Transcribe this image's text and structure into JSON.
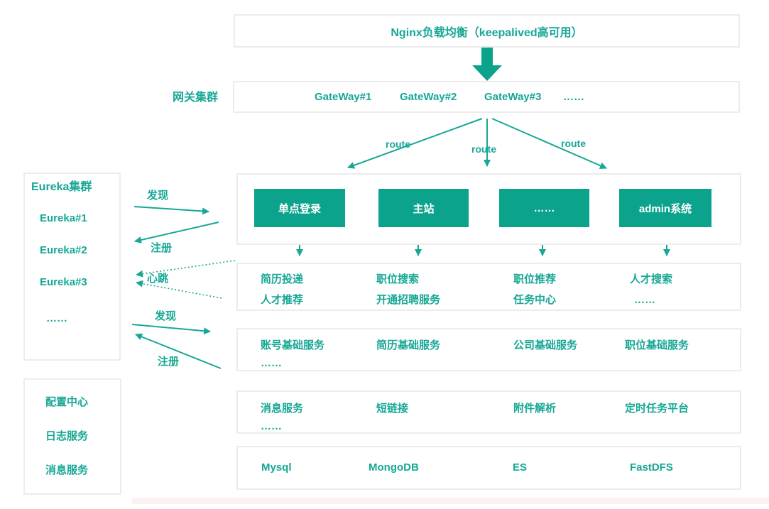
{
  "colors": {
    "accent_teal": "#16a795",
    "solid_box_teal": "#0ca38d",
    "box_border": "#ececec",
    "bottom_band": "#fbf1f1"
  },
  "top": {
    "nginx_label": "Nginx负载均衡（keepalived高可用）"
  },
  "gateway": {
    "side_label": "网关集群",
    "items": [
      "GateWay#1",
      "GateWay#2",
      "GateWay#3",
      "……"
    ]
  },
  "route_labels": [
    "route",
    "route",
    "route"
  ],
  "apps": [
    "单点登录",
    "主站",
    "……",
    "admin系统"
  ],
  "eureka": {
    "title": "Eureka集群",
    "items": [
      "Eureka#1",
      "Eureka#2",
      "Eureka#3",
      "……"
    ]
  },
  "links": {
    "discover1": "发现",
    "register1": "注册",
    "heartbeat": "心跳",
    "discover2": "发现",
    "register2": "注册"
  },
  "service_rows": {
    "biz": {
      "line1": [
        "简历投递",
        "职位搜索",
        "职位推荐",
        "人才搜索"
      ],
      "line2": [
        "人才推荐",
        "开通招聘服务",
        "任务中心",
        "……"
      ]
    },
    "base": {
      "line1": [
        "账号基础服务",
        "简历基础服务",
        "公司基础服务",
        "职位基础服务"
      ],
      "line2": "……"
    },
    "mid": {
      "line1": [
        "消息服务",
        "短链接",
        "附件解析",
        "定时任务平台"
      ],
      "line2": "……"
    },
    "storage": {
      "line1": [
        "Mysql",
        "MongoDB",
        "ES",
        "FastDFS"
      ]
    }
  },
  "infra": {
    "items": [
      "配置中心",
      "日志服务",
      "消息服务"
    ]
  }
}
